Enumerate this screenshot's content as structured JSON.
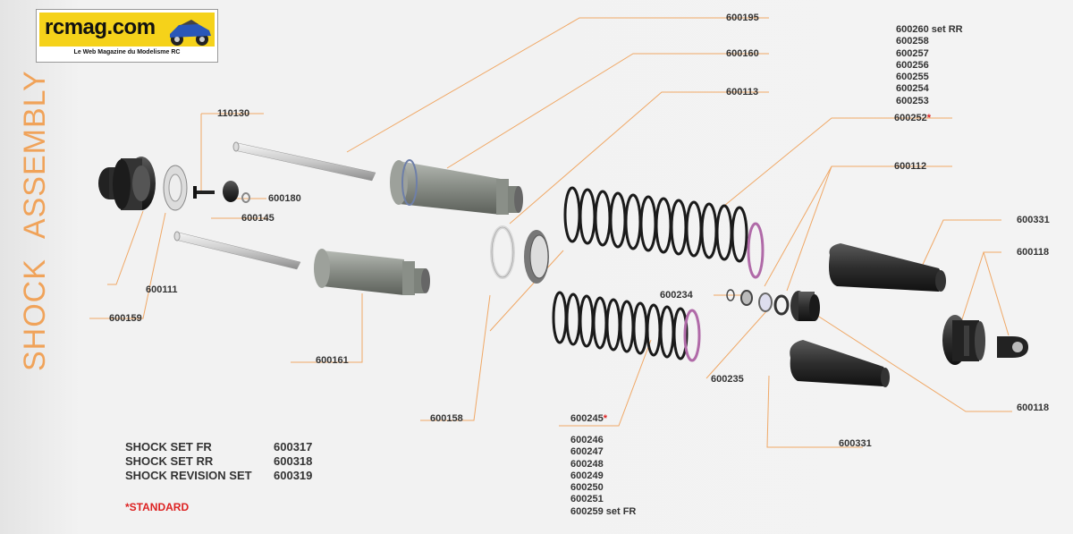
{
  "logo": {
    "text": "rcmag.com",
    "tagline": "Le Web Magazine du Modelisme RC"
  },
  "title": {
    "word1": "SHOCK",
    "word2": "ASSEMBLY"
  },
  "part_labels": {
    "p600195": "600195",
    "p600160": "600160",
    "p600113": "600113",
    "p110130": "110130",
    "p600180": "600180",
    "p600145": "600145",
    "p600111": "600111",
    "p600159": "600159",
    "p600161": "600161",
    "p600158": "600158",
    "p600252": "600252",
    "p600112": "600112",
    "p600331_top": "600331",
    "p600118_top": "600118",
    "p600234": "600234",
    "p600235": "600235",
    "p600118_bottom": "600118",
    "p600331_bottom": "600331",
    "p600245": "600245"
  },
  "star": "*",
  "spring_rr_list": [
    "600260 set RR",
    "600258",
    "600257",
    "600256",
    "600255",
    "600254",
    "600253"
  ],
  "spring_fr_list": [
    "600246",
    "600247",
    "600248",
    "600249",
    "600250",
    "600251",
    "600259 set FR"
  ],
  "sets": [
    {
      "name": "SHOCK SET FR",
      "code": "600317"
    },
    {
      "name": "SHOCK SET RR",
      "code": "600318"
    },
    {
      "name": "SHOCK REVISION SET",
      "code": "600319"
    }
  ],
  "standard_note": "*STANDARD",
  "colors": {
    "leader": "#f0a866",
    "title": "#f0a35a",
    "star": "#dd2222",
    "part_grey": "#8a8e88",
    "part_dark": "#2b2b2b",
    "spring_ring": "#b06aa8"
  }
}
